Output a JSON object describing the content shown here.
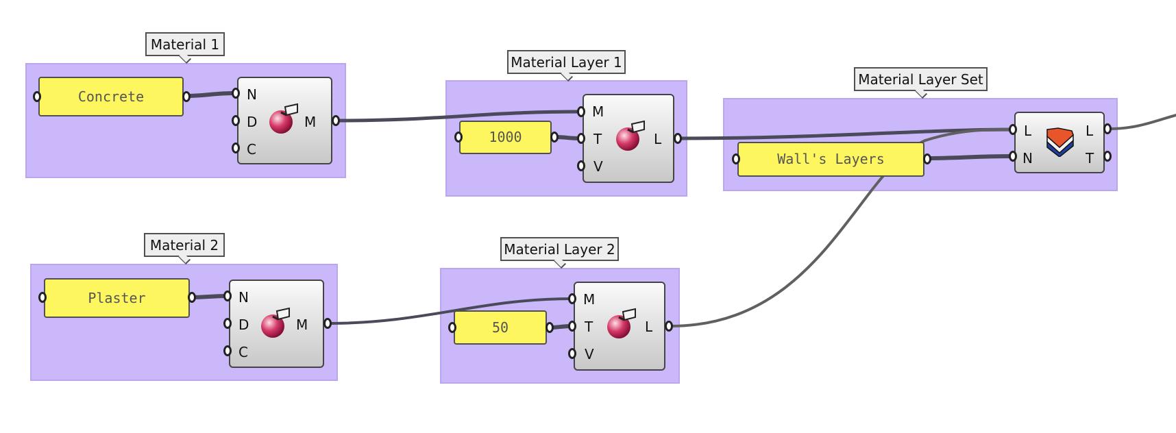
{
  "canvas": {
    "groups": [
      {
        "id": "material-1",
        "tag": "Material 1"
      },
      {
        "id": "material-layer-1",
        "tag": "Material Layer 1"
      },
      {
        "id": "material-layer-set",
        "tag": "Material Layer Set"
      },
      {
        "id": "material-2",
        "tag": "Material 2"
      },
      {
        "id": "material-layer-2",
        "tag": "Material Layer 2"
      }
    ],
    "panels": {
      "concrete": "Concrete",
      "thickness_1": "1000",
      "layers_name": "Wall's Layers",
      "plaster": "Plaster",
      "thickness_2": "50"
    },
    "components": {
      "material_1": {
        "inputs": [
          "N",
          "D",
          "C"
        ],
        "outputs": [
          "M"
        ],
        "icon": "material-icon"
      },
      "material_layer_1": {
        "inputs": [
          "M",
          "T",
          "V"
        ],
        "outputs": [
          "L"
        ],
        "icon": "material-layer-icon"
      },
      "material_layer_set": {
        "inputs": [
          "L",
          "N"
        ],
        "outputs": [
          "L",
          "T"
        ],
        "icon": "layer-set-icon"
      },
      "material_2": {
        "inputs": [
          "N",
          "D",
          "C"
        ],
        "outputs": [
          "M"
        ],
        "icon": "material-icon"
      },
      "material_layer_2": {
        "inputs": [
          "M",
          "T",
          "V"
        ],
        "outputs": [
          "L"
        ],
        "icon": "material-layer-icon"
      }
    },
    "colors": {
      "group_fill": "#cbb8fa",
      "panel_fill": "#fdf65f",
      "wire": "#5a5a5a",
      "wire_thick": "#4a4a5a"
    }
  }
}
